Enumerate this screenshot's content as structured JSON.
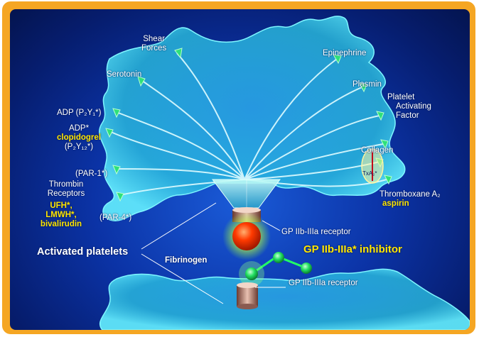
{
  "labels": {
    "shear_forces_1": "Shear",
    "shear_forces_2": "Forces",
    "serotonin": "Serotonin",
    "epinephrine": "Epinephrine",
    "plasmin": "Plasmin",
    "paf_1": "Platelet",
    "paf_2": "Activating",
    "paf_3": "Factor",
    "adp_p2y1": "ADP (P₂Y₁*)",
    "adp_star": "ADP*",
    "clopidogrel": "clopidogrel",
    "p2y12": "(P₂Y₁₂*)",
    "collagen": "Collagen",
    "par1": "(PAR-1*)",
    "thrombin_1": "Thrombin",
    "thrombin_2": "Receptors",
    "ufh": "UFH*,",
    "lmwh": "LMWH*,",
    "bivalirudin": "bivalirudin",
    "par4": "(PAR-4*)",
    "thromboxane": "Thromboxane A₂",
    "aspirin": "aspirin",
    "txa2": "TxA₂*",
    "gp_receptor_top": "GP IIb-IIIa receptor",
    "gp_inhibitor": "GP IIb-IIIa* inhibitor",
    "activated_platelets": "Activated platelets",
    "fibrinogen": "Fibrinogen",
    "gp_receptor_bottom": "GP IIb-IIIa receptor"
  },
  "colors": {
    "frame": "#f5a623",
    "background": "#0b33a6",
    "platelet": "#38d6e6",
    "drug_label": "#ffe600",
    "inhibitor_ball": "#ff3a00",
    "fibrinogen_ball": "#22ff66"
  }
}
